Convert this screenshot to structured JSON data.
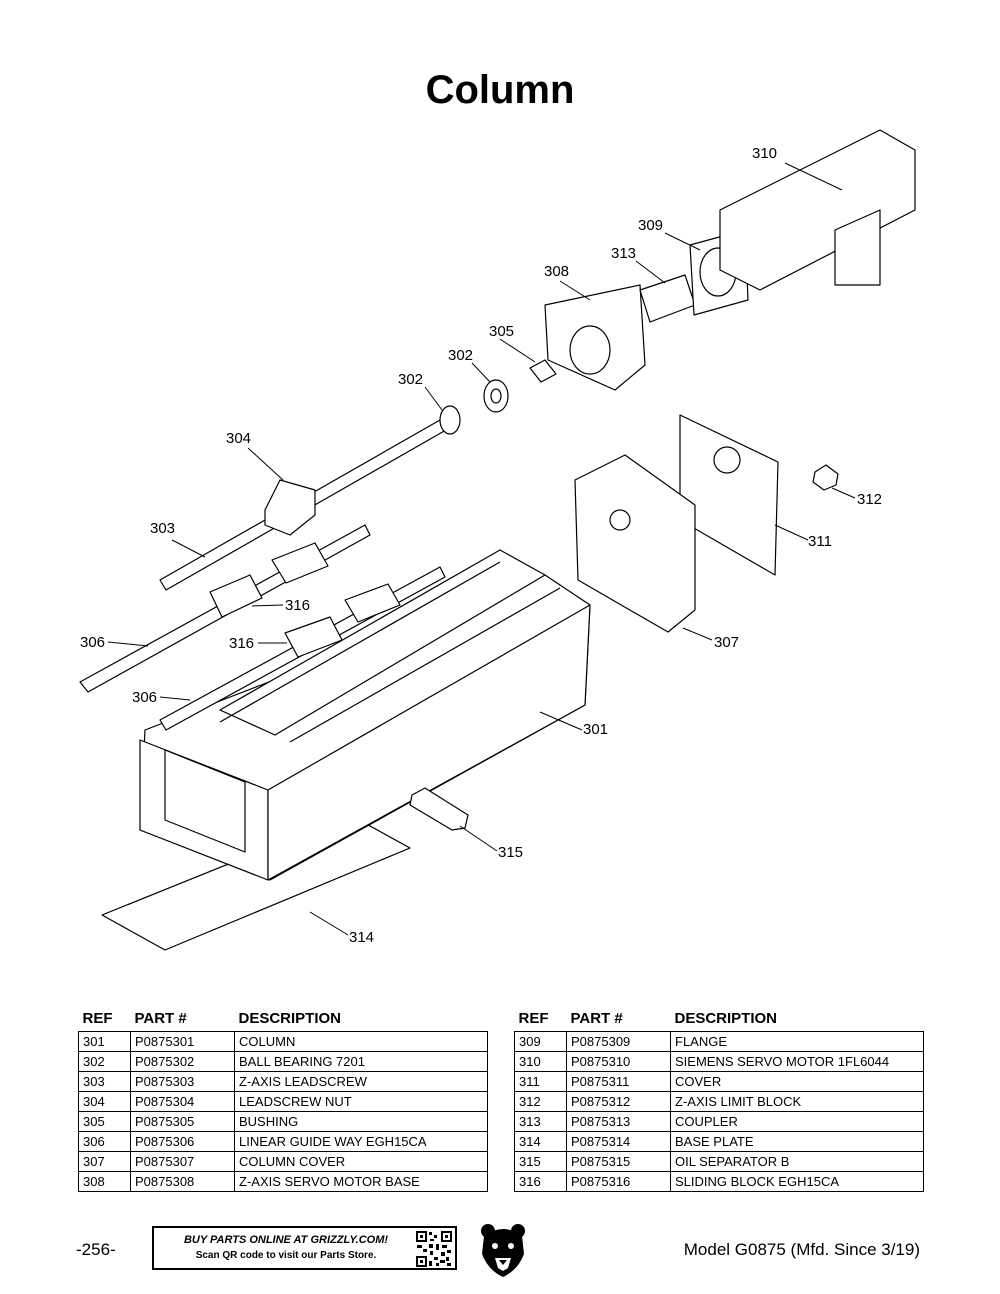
{
  "page": {
    "title": "Column"
  },
  "callouts": {
    "c301": "301",
    "c302a": "302",
    "c302b": "302",
    "c303": "303",
    "c304": "304",
    "c305": "305",
    "c306a": "306",
    "c306b": "306",
    "c307": "307",
    "c308": "308",
    "c309": "309",
    "c310": "310",
    "c311": "311",
    "c312": "312",
    "c313": "313",
    "c314": "314",
    "c315": "315",
    "c316a": "316",
    "c316b": "316"
  },
  "table_headers": {
    "ref": "REF",
    "part": "PART #",
    "description": "DESCRIPTION"
  },
  "parts_left": [
    {
      "ref": "301",
      "part": "P0875301",
      "description": "COLUMN"
    },
    {
      "ref": "302",
      "part": "P0875302",
      "description": "BALL BEARING 7201"
    },
    {
      "ref": "303",
      "part": "P0875303",
      "description": "Z-AXIS LEADSCREW"
    },
    {
      "ref": "304",
      "part": "P0875304",
      "description": "LEADSCREW NUT"
    },
    {
      "ref": "305",
      "part": "P0875305",
      "description": "BUSHING"
    },
    {
      "ref": "306",
      "part": "P0875306",
      "description": "LINEAR GUIDE WAY EGH15CA"
    },
    {
      "ref": "307",
      "part": "P0875307",
      "description": "COLUMN COVER"
    },
    {
      "ref": "308",
      "part": "P0875308",
      "description": "Z-AXIS SERVO MOTOR BASE"
    }
  ],
  "parts_right": [
    {
      "ref": "309",
      "part": "P0875309",
      "description": "FLANGE"
    },
    {
      "ref": "310",
      "part": "P0875310",
      "description": "SIEMENS SERVO MOTOR 1FL6044"
    },
    {
      "ref": "311",
      "part": "P0875311",
      "description": "COVER"
    },
    {
      "ref": "312",
      "part": "P0875312",
      "description": "Z-AXIS LIMIT BLOCK"
    },
    {
      "ref": "313",
      "part": "P0875313",
      "description": "COUPLER"
    },
    {
      "ref": "314",
      "part": "P0875314",
      "description": "BASE PLATE"
    },
    {
      "ref": "315",
      "part": "P0875315",
      "description": "OIL SEPARATOR  B"
    },
    {
      "ref": "316",
      "part": "P0875316",
      "description": "SLIDING BLOCK EGH15CA"
    }
  ],
  "footer": {
    "page_number": "-256-",
    "promo_line1": "BUY PARTS ONLINE AT GRIZZLY.COM!",
    "promo_line2": "Scan QR code to visit our Parts Store.",
    "qr_icon": "qr-code-icon",
    "logo_icon": "grizzly-bear-logo-icon",
    "model": "Model G0875 (Mfd. Since 3/19)"
  }
}
